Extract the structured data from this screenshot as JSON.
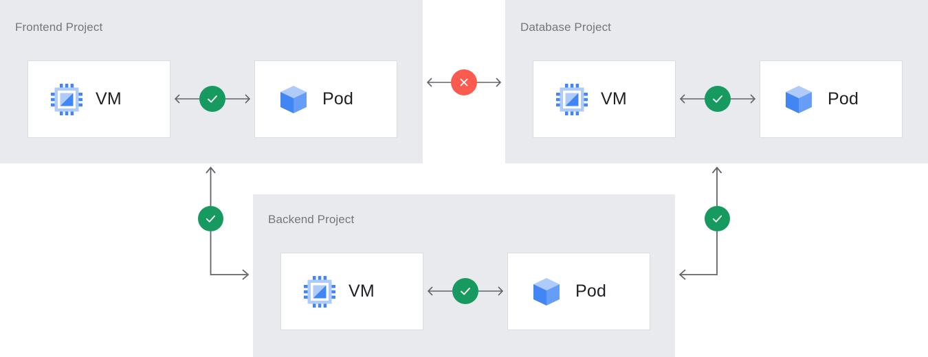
{
  "diagram": {
    "title_color": "#757678",
    "panel_color": "#e8eaed",
    "card_bg": "#ffffff",
    "card_border": "#dadce0",
    "ok_color": "#169a5f",
    "blocked_color": "#fb5a4e",
    "connector_color": "#5f6368",
    "label_color": "#202124"
  },
  "panels": [
    {
      "id": "frontend",
      "title": "Frontend Project",
      "nodes": [
        {
          "id": "frontend-vm",
          "label": "VM",
          "icon": "vm-chip-icon"
        },
        {
          "id": "frontend-pod",
          "label": "Pod",
          "icon": "pod-cube-icon"
        }
      ],
      "internal_link": {
        "status": "allowed",
        "icon": "check-circle-icon",
        "direction": "bidirectional"
      }
    },
    {
      "id": "database",
      "title": "Database Project",
      "nodes": [
        {
          "id": "database-vm",
          "label": "VM",
          "icon": "vm-chip-icon"
        },
        {
          "id": "database-pod",
          "label": "Pod",
          "icon": "pod-cube-icon"
        }
      ],
      "internal_link": {
        "status": "allowed",
        "icon": "check-circle-icon",
        "direction": "bidirectional"
      }
    },
    {
      "id": "backend",
      "title": "Backend Project",
      "nodes": [
        {
          "id": "backend-vm",
          "label": "VM",
          "icon": "vm-chip-icon"
        },
        {
          "id": "backend-pod",
          "label": "Pod",
          "icon": "pod-cube-icon"
        }
      ],
      "internal_link": {
        "status": "allowed",
        "icon": "check-circle-icon",
        "direction": "bidirectional"
      }
    }
  ],
  "cross_links": [
    {
      "id": "frontend-to-database",
      "from": "frontend",
      "to": "database",
      "status": "blocked",
      "icon": "x-circle-icon",
      "direction": "bidirectional"
    },
    {
      "id": "frontend-to-backend",
      "from": "backend",
      "to": "frontend",
      "status": "allowed",
      "icon": "check-circle-icon",
      "direction": "bidirectional"
    },
    {
      "id": "database-to-backend",
      "from": "backend",
      "to": "database",
      "status": "allowed",
      "icon": "check-circle-icon",
      "direction": "bidirectional"
    }
  ]
}
